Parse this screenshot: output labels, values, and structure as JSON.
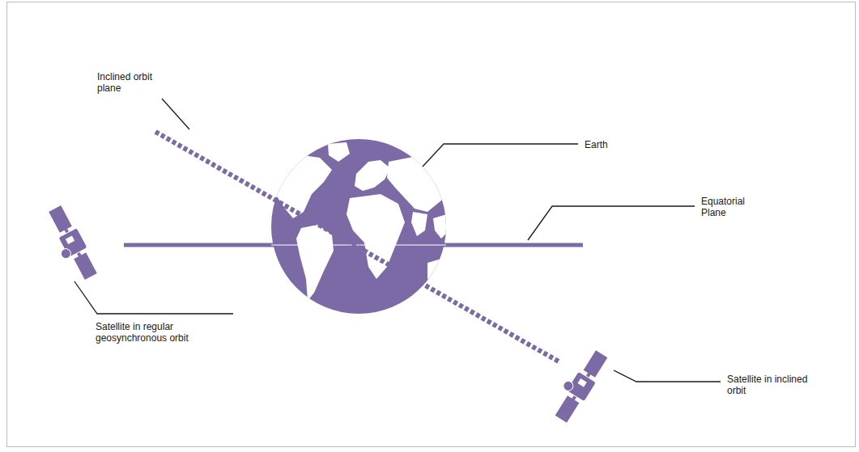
{
  "diagram": {
    "labels": [
      "Inclined orbit plane",
      "Earth",
      "Equatorial Plane",
      "Satellite in regular geosynchronous orbit",
      "Satellite in inclined orbit"
    ]
  }
}
